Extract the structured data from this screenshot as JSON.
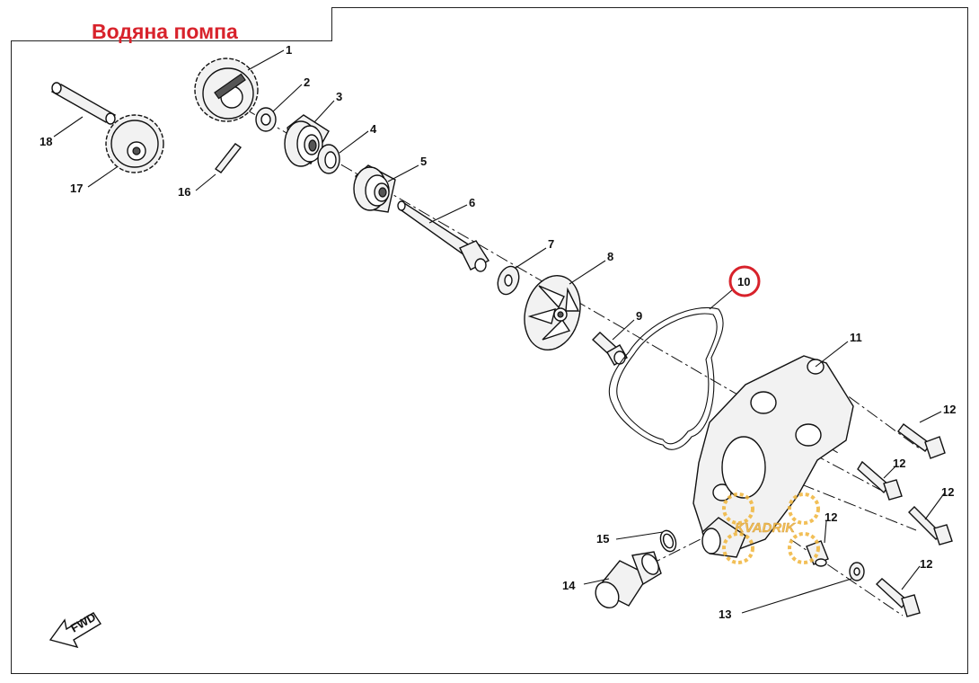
{
  "title": "Водяна помпа",
  "colors": {
    "title": "#d8222b",
    "highlight_circle": "#d8222b",
    "watermark": "#f0b53a",
    "line": "#111111"
  },
  "callouts": [
    {
      "id": "c1",
      "label": "1"
    },
    {
      "id": "c2",
      "label": "2"
    },
    {
      "id": "c3",
      "label": "3"
    },
    {
      "id": "c4",
      "label": "4"
    },
    {
      "id": "c5",
      "label": "5"
    },
    {
      "id": "c6",
      "label": "6"
    },
    {
      "id": "c7",
      "label": "7"
    },
    {
      "id": "c8",
      "label": "8"
    },
    {
      "id": "c9",
      "label": "9"
    },
    {
      "id": "c10",
      "label": "10",
      "highlighted": true
    },
    {
      "id": "c11",
      "label": "11"
    },
    {
      "id": "c12a",
      "label": "12"
    },
    {
      "id": "c12b",
      "label": "12"
    },
    {
      "id": "c12c",
      "label": "12"
    },
    {
      "id": "c12d",
      "label": "12"
    },
    {
      "id": "c12e",
      "label": "12"
    },
    {
      "id": "c13",
      "label": "13"
    },
    {
      "id": "c14",
      "label": "14"
    },
    {
      "id": "c15",
      "label": "15"
    },
    {
      "id": "c16",
      "label": "16"
    },
    {
      "id": "c17",
      "label": "17"
    },
    {
      "id": "c18",
      "label": "18"
    }
  ],
  "fwd_marker": "FWD",
  "watermark": "KVADRIK"
}
